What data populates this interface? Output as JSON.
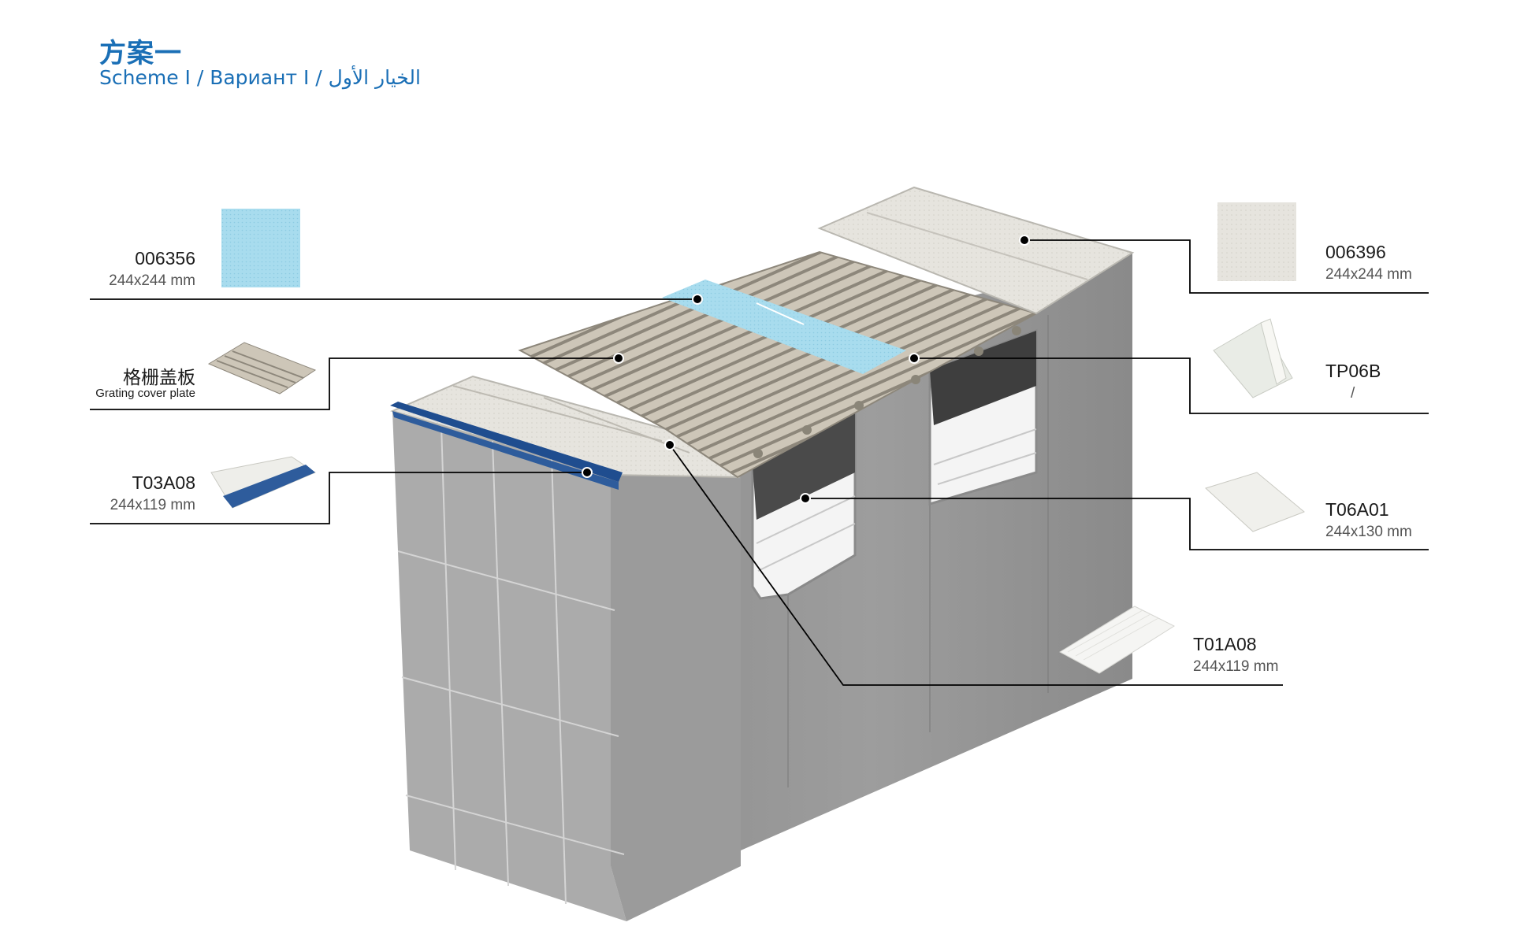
{
  "title": {
    "zh": "方案一",
    "sub": "Scheme I / Вариант I / الخيار الأول"
  },
  "callouts": {
    "c006356": {
      "code": "006356",
      "dim": "244x244 mm"
    },
    "grating": {
      "zh": "格栅盖板",
      "en": "Grating cover plate"
    },
    "t03a08": {
      "code": "T03A08",
      "dim": "244x119 mm"
    },
    "c006396": {
      "code": "006396",
      "dim": "244x244 mm"
    },
    "tp06b": {
      "code": "TP06B",
      "dim": "/"
    },
    "t06a01": {
      "code": "T06A01",
      "dim": "244x130 mm"
    },
    "t01a08": {
      "code": "T01A08",
      "dim": "244x119 mm"
    }
  },
  "colors": {
    "brand_blue": "#1a6fb6",
    "edge_blue": "#1f4d8f",
    "pool_blue": "#9fd6ea",
    "grating": "#c9c2b4",
    "wall_grey": "#a5a5a5",
    "tile_light": "#e8e6e0"
  }
}
